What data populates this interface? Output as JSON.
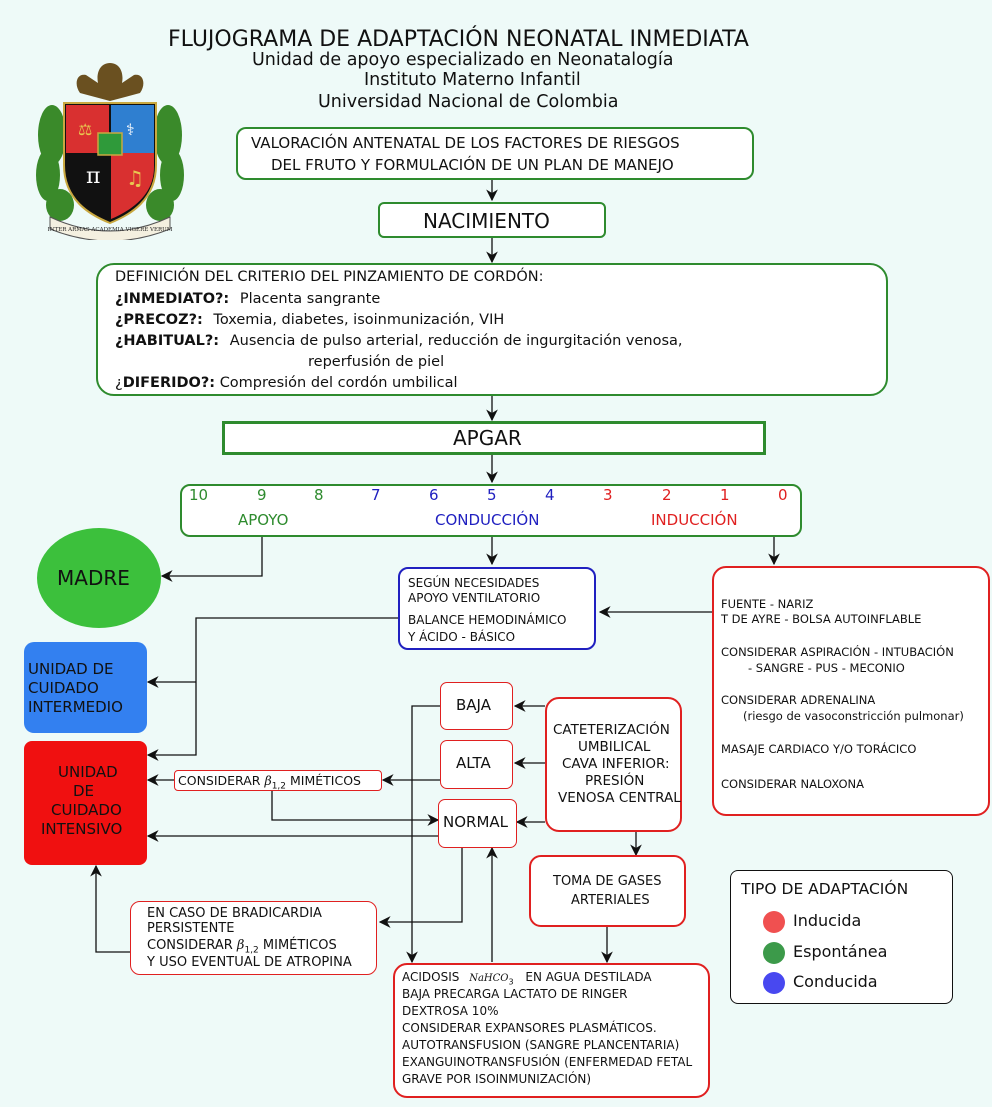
{
  "header": {
    "title": "FLUJOGRAMA DE ADAPTACIÓN NEONATAL INMEDIATA",
    "line1": "Unidad de apoyo especializado en Neonatalogía",
    "line2": "Instituto Materno Infantil",
    "line3": "Universidad Nacional de Colombia"
  },
  "logo": {
    "motto": "INTER ARMAS ACADEMIA VIGERE VERUM"
  },
  "valoracion": {
    "line1": "VALORACIÓN ANTENATAL DE LOS FACTORES DE RIESGOS",
    "line2": "DEL FRUTO Y FORMULACIÓN DE UN PLAN DE MANEJO"
  },
  "nacimiento": "NACIMIENTO",
  "pinzamiento": {
    "heading": "DEFINICIÓN DEL CRITERIO DEL PINZAMIENTO DE CORDÓN:",
    "inmediato_q": "¿INMEDIATO?:",
    "inmediato_a": "Placenta sangrante",
    "precoz_q": "¿PRECOZ?:",
    "precoz_a": "Toxemia, diabetes, isoinmunización, VIH",
    "habitual_q": "¿HABITUAL?:",
    "habitual_a1": "Ausencia de pulso arterial, reducción de ingurgitación venosa,",
    "habitual_a2": "reperfusión de piel",
    "diferido_prefix": "¿",
    "diferido_q": "DIFERIDO?:",
    "diferido_a": "Compresión del cordón umbilical"
  },
  "apgar": "APGAR",
  "scale": {
    "scores": [
      "10",
      "9",
      "8",
      "7",
      "6",
      "5",
      "4",
      "3",
      "2",
      "1",
      "0"
    ],
    "apoyo": "APOYO",
    "conduccion": "CONDUCCIÓN",
    "induccion": "INDUCCIÓN"
  },
  "madre": "MADRE",
  "conducida_box": {
    "l1": "SEGÚN NECESIDADES",
    "l2": "APOYO VENTILATORIO",
    "l3": "BALANCE HEMODINÁMICO",
    "l4": "Y ÁCIDO - BÁSICO"
  },
  "induccion_box": {
    "l1": "FUENTE - NARIZ",
    "l2": "T DE AYRE - BOLSA AUTOINFLABLE",
    "l3": "CONSIDERAR ASPIRACIÓN - INTUBACIÓN",
    "l4": "- SANGRE - PUS - MECONIO",
    "l5": "CONSIDERAR ADRENALINA",
    "l6": "(riesgo de vasoconstricción pulmonar)",
    "l7": "MASAJE CARDIACO Y/O TORÁCICO",
    "l8": "CONSIDERAR NALOXONA"
  },
  "intermedio": {
    "l1": "UNIDAD DE",
    "l2": "CUIDADO",
    "l3": "INTERMEDIO"
  },
  "intensivo": {
    "l1": "UNIDAD",
    "l2": "DE",
    "l3": "CUIDADO",
    "l4": "INTENSIVO"
  },
  "presion": {
    "baja": "BAJA",
    "alta": "ALTA",
    "normal": "NORMAL"
  },
  "cateter": {
    "l1": "CATETERIZACIÓN",
    "l2": "UMBILICAL",
    "l3": "CAVA INFERIOR:",
    "l4": "PRESIÓN",
    "l5": "VENOSA CENTRAL"
  },
  "considerar": {
    "prefix": "CONSIDERAR",
    "beta": "β",
    "sub": "1,2",
    "suffix": "MIMÉTICOS"
  },
  "gases": {
    "l1": "TOMA DE GASES",
    "l2": "ARTERIALES"
  },
  "bradicardia": {
    "l1": "EN CASO DE BRADICARDIA",
    "l2": "PERSISTENTE",
    "l3a": "CONSIDERAR",
    "beta": "β",
    "sub": "1,2",
    "l3b": "MIMÉTICOS",
    "l4": "Y USO EVENTUAL DE ATROPINA"
  },
  "acidosis": {
    "l1a": "ACIDOSIS",
    "formula": "NaHCO",
    "formula_sub": "3",
    "l1b": "EN AGUA DESTILADA",
    "l2": "BAJA PRECARGA LACTATO DE RINGER",
    "l3": "DEXTROSA 10%",
    "l4": "CONSIDERAR EXPANSORES PLASMÁTICOS.",
    "l5": "AUTOTRANSFUSION (SANGRE PLANCENTARIA)",
    "l6": "EXANGUINOTRANSFUSIÓN (ENFERMEDAD FETAL",
    "l7": "GRAVE POR ISOINMUNIZACIÓN)"
  },
  "legend": {
    "title": "TIPO DE ADAPTACIÓN",
    "items": [
      {
        "label": "Inducida",
        "color": "#f05050"
      },
      {
        "label": "Espontánea",
        "color": "#3c9a4a"
      },
      {
        "label": "Conducida",
        "color": "#4848f0"
      }
    ]
  },
  "colors": {
    "green": "#2e8b2e",
    "red": "#e02020",
    "blue": "#2020c0",
    "madre": "#3cc03c",
    "intermedio": "#3380f0",
    "intensivo": "#f01010"
  }
}
